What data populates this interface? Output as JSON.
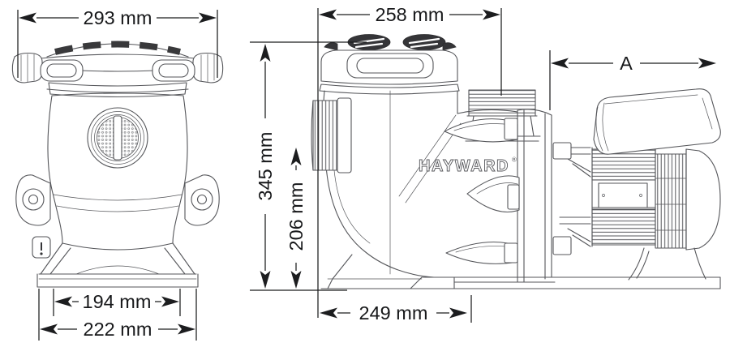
{
  "diagram": {
    "type": "technical-dimension-drawing",
    "subject": "pool pump two-view dimension diagram",
    "brand": {
      "name": "HAYWARD",
      "mark": "®"
    },
    "dimensions": {
      "front_top_width": "293 mm",
      "front_inner_base_width": "194 mm",
      "front_outer_base_width": "222 mm",
      "side_top_width": "258 mm",
      "side_overall_height": "345 mm",
      "side_inlet_height": "206 mm",
      "side_base_length": "249 mm",
      "side_motor_length": "A"
    },
    "colors": {
      "background": "#ffffff",
      "drawing_line": "#55565a",
      "dimension_ink": "#1c1d1f",
      "knob_fill": "#353538"
    }
  }
}
